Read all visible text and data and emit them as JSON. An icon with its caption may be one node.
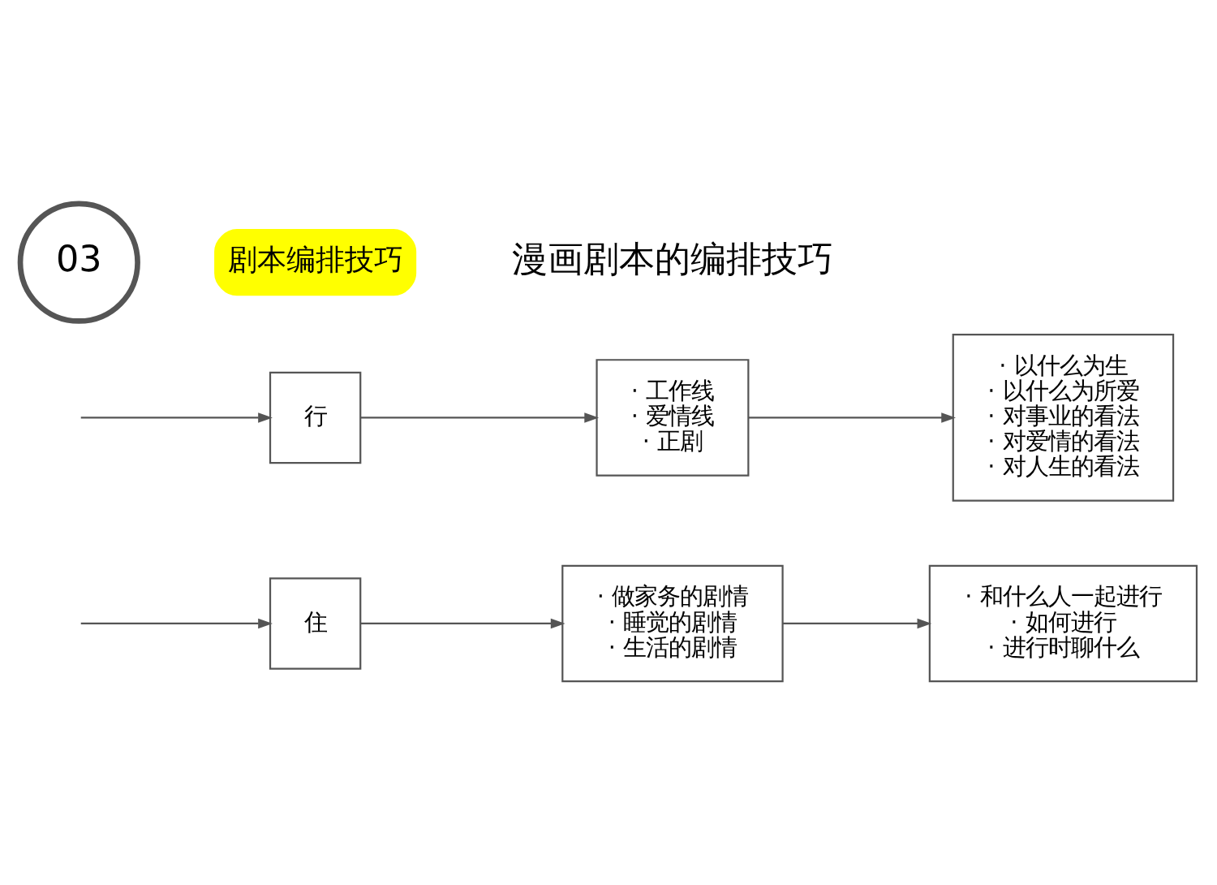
{
  "diagram": {
    "nodes": [
      {
        "text": [
          "住"
        ]
      },
      {
        "text": [
          "· 做家务的剧情",
          "· 睡觉的剧情",
          "· 生活的剧情"
        ]
      },
      {
        "text": [
          "· 和什么人一起进行",
          "· 如何进行",
          "· 进行时聊什么"
        ]
      },
      {
        "text": [
          "行"
        ]
      },
      {
        "text": [
          "· 工作线",
          "· 爱情线",
          "· 正剧"
        ]
      },
      {
        "text": [
          "· 以什么为生",
          "· 以什么为所爱",
          "· 对事业的看法",
          "· 对爱情的看法",
          "· 对人生的看法"
        ]
      },
      {
        "text": [
          "03"
        ]
      },
      {
        "text": [
          "剧本编排技巧"
        ]
      }
    ],
    "edges": [
      {
        "from": null,
        "to": 0,
        "arrow": "to"
      },
      {
        "from": 0,
        "to": 1,
        "arrow": "to"
      },
      {
        "from": 1,
        "to": 2,
        "arrow": "to"
      },
      {
        "from": null,
        "to": 3,
        "arrow": "to"
      },
      {
        "from": 3,
        "to": 4,
        "arrow": "to"
      },
      {
        "from": 4,
        "to": 5,
        "arrow": "to"
      }
    ],
    "labels": [
      "漫画剧本的编排技巧"
    ]
  }
}
